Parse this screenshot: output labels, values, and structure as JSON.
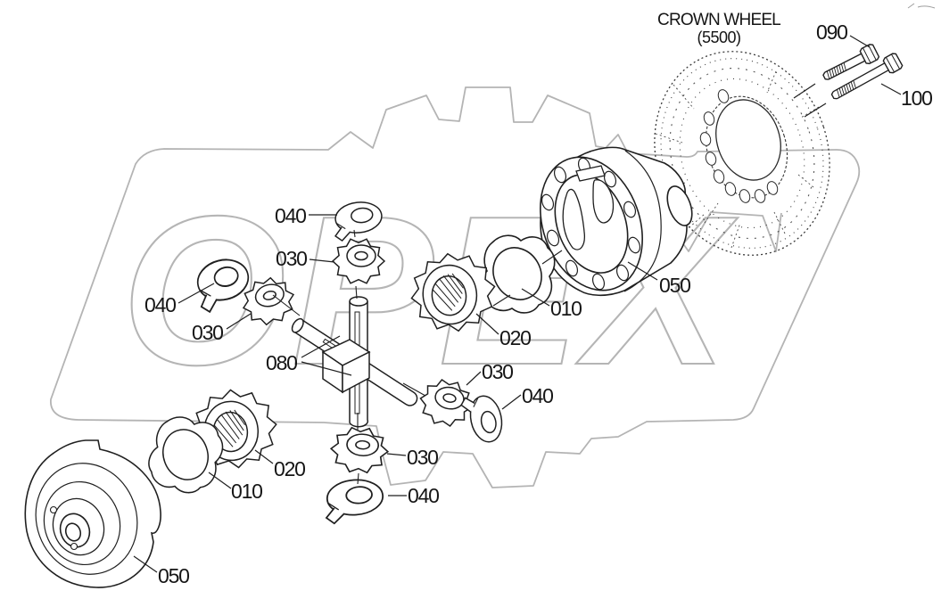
{
  "watermark": {
    "text": "OPEX",
    "color": "#b5b5b5"
  },
  "crown_wheel": {
    "title": "CROWN WHEEL",
    "subtitle": "(5500)"
  },
  "callouts": [
    {
      "id": "bolt-090",
      "ref": "090"
    },
    {
      "id": "bolt-100",
      "ref": "100"
    },
    {
      "id": "washer-040-top",
      "ref": "040"
    },
    {
      "id": "pinion-030-top",
      "ref": "030"
    },
    {
      "id": "washer-040-left",
      "ref": "040"
    },
    {
      "id": "pinion-030-left",
      "ref": "030"
    },
    {
      "id": "spider-080",
      "ref": "080"
    },
    {
      "id": "thrust-washer-010-upper",
      "ref": "010"
    },
    {
      "id": "side-gear-020-upper",
      "ref": "020"
    },
    {
      "id": "diff-case-050-upper",
      "ref": "050"
    },
    {
      "id": "pinion-030-right",
      "ref": "030"
    },
    {
      "id": "washer-040-right",
      "ref": "040"
    },
    {
      "id": "pinion-030-bottom",
      "ref": "030"
    },
    {
      "id": "washer-040-bottom",
      "ref": "040"
    },
    {
      "id": "side-gear-020-lower",
      "ref": "020"
    },
    {
      "id": "thrust-washer-010-lower",
      "ref": "010"
    },
    {
      "id": "diff-case-050-lower",
      "ref": "050"
    }
  ],
  "colors": {
    "line": "#1f1f1f",
    "background_shape": "#b4b4b4",
    "paper": "#ffffff"
  }
}
